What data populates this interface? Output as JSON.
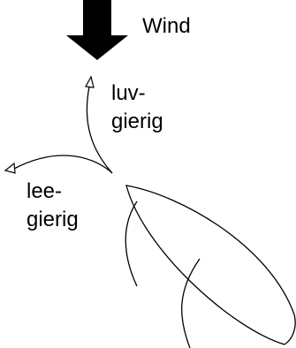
{
  "labels": {
    "wind": "Wind",
    "luv_line1": "luv-",
    "luv_line2": "gierig",
    "lee_line1": "lee-",
    "lee_line2": "gierig"
  },
  "icons": {
    "wind_arrow": "down-arrow-icon",
    "luv_arrowhead": "open-triangle-arrowhead",
    "lee_arrowhead": "open-triangle-arrowhead"
  },
  "colors": {
    "stroke": "#000000",
    "fill": "#000000",
    "background": "#ffffff"
  }
}
